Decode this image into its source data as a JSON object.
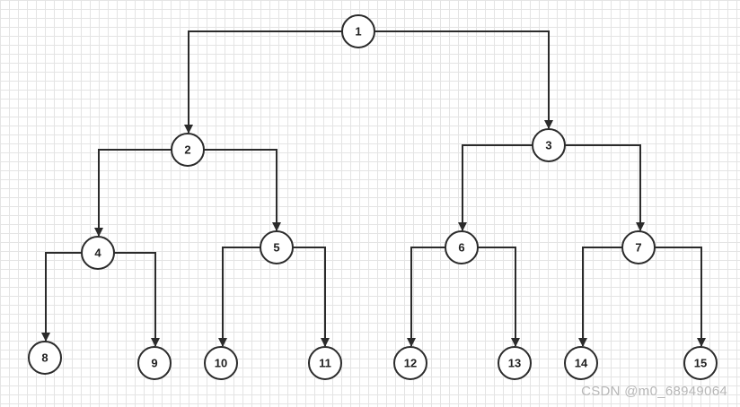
{
  "diagram": {
    "type": "binary-tree",
    "nodes": [
      {
        "id": "1",
        "label": "1"
      },
      {
        "id": "2",
        "label": "2"
      },
      {
        "id": "3",
        "label": "3"
      },
      {
        "id": "4",
        "label": "4"
      },
      {
        "id": "5",
        "label": "5"
      },
      {
        "id": "6",
        "label": "6"
      },
      {
        "id": "7",
        "label": "7"
      },
      {
        "id": "8",
        "label": "8"
      },
      {
        "id": "9",
        "label": "9"
      },
      {
        "id": "10",
        "label": "10"
      },
      {
        "id": "11",
        "label": "11"
      },
      {
        "id": "12",
        "label": "12"
      },
      {
        "id": "13",
        "label": "13"
      },
      {
        "id": "14",
        "label": "14"
      },
      {
        "id": "15",
        "label": "15"
      }
    ],
    "edges": [
      {
        "from": "1",
        "to": "2"
      },
      {
        "from": "1",
        "to": "3"
      },
      {
        "from": "2",
        "to": "4"
      },
      {
        "from": "2",
        "to": "5"
      },
      {
        "from": "3",
        "to": "6"
      },
      {
        "from": "3",
        "to": "7"
      },
      {
        "from": "4",
        "to": "8"
      },
      {
        "from": "4",
        "to": "9"
      },
      {
        "from": "5",
        "to": "10"
      },
      {
        "from": "5",
        "to": "11"
      },
      {
        "from": "6",
        "to": "12"
      },
      {
        "from": "6",
        "to": "13"
      },
      {
        "from": "7",
        "to": "14"
      },
      {
        "from": "7",
        "to": "15"
      }
    ]
  },
  "watermark": "CSDN @m0_68949064",
  "colors": {
    "stroke": "#2b2b2b",
    "node_fill": "#ffffff",
    "grid": "#e4e4e4",
    "watermark": "#b7b7b7"
  }
}
